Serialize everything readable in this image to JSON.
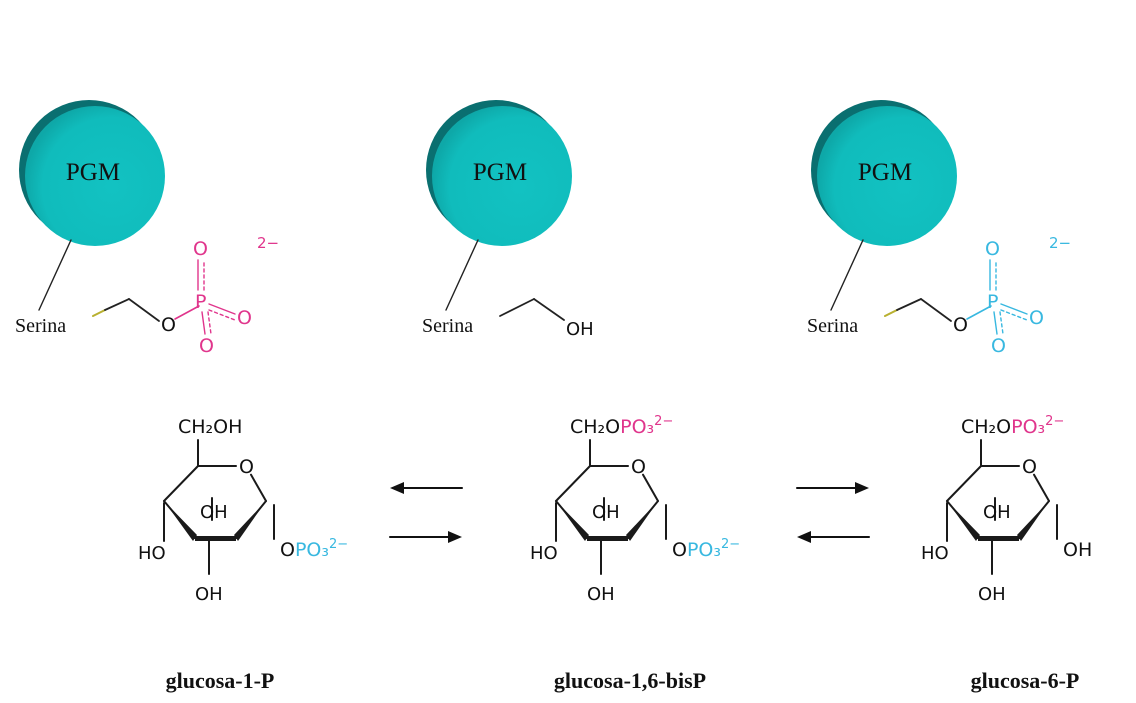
{
  "colors": {
    "enzyme": "#10bcbc",
    "enzyme_shadow": "#0a6f70",
    "magenta": "#e0358c",
    "cyan": "#38b8e0",
    "ink": "#111111",
    "serina_tail": "#b8b030"
  },
  "enzymes": [
    {
      "label": "PGM",
      "serine": "Serina",
      "group": "phosphate",
      "phosphate_color": "magenta",
      "atoms": {
        "o_link": "O",
        "p": "P",
        "o_top": "O",
        "o_right": "O",
        "o_bottom": "O"
      },
      "charge": "2−"
    },
    {
      "label": "PGM",
      "serine": "Serina",
      "group": "hydroxyl",
      "atoms": {
        "oh": "OH"
      }
    },
    {
      "label": "PGM",
      "serine": "Serina",
      "group": "phosphate",
      "phosphate_color": "cyan",
      "atoms": {
        "o_link": "O",
        "p": "P",
        "o_top": "O",
        "o_right": "O",
        "o_bottom": "O"
      },
      "charge": "2−"
    }
  ],
  "molecules": [
    {
      "name": "glucosa-1-P",
      "c6": {
        "text": "CH₂OH",
        "color": "ink"
      },
      "ring_o": "O",
      "c2_oh": "OH",
      "c4_ho": "HO",
      "c3_oh": "OH",
      "c1": {
        "o": "O",
        "group": "PO₃",
        "charge": "2−",
        "color": "cyan"
      }
    },
    {
      "name": "glucosa-1,6-bisP",
      "c6": {
        "text": "CH₂O",
        "group": "PO₃",
        "charge": "2−",
        "color": "magenta"
      },
      "ring_o": "O",
      "c2_oh": "OH",
      "c4_ho": "HO",
      "c3_oh": "OH",
      "c1": {
        "o": "O",
        "group": "PO₃",
        "charge": "2−",
        "color": "cyan"
      }
    },
    {
      "name": "glucosa-6-P",
      "c6": {
        "text": "CH₂O",
        "group": "PO₃",
        "charge": "2−",
        "color": "magenta"
      },
      "ring_o": "O",
      "c2_oh": "OH",
      "c4_ho": "HO",
      "c3_oh": "OH",
      "c1": {
        "o": "",
        "group": "OH",
        "charge": "",
        "color": "ink"
      }
    }
  ],
  "arrows": [
    {
      "direction": "left"
    },
    {
      "direction": "right"
    },
    {
      "direction": "right"
    },
    {
      "direction": "left"
    }
  ]
}
